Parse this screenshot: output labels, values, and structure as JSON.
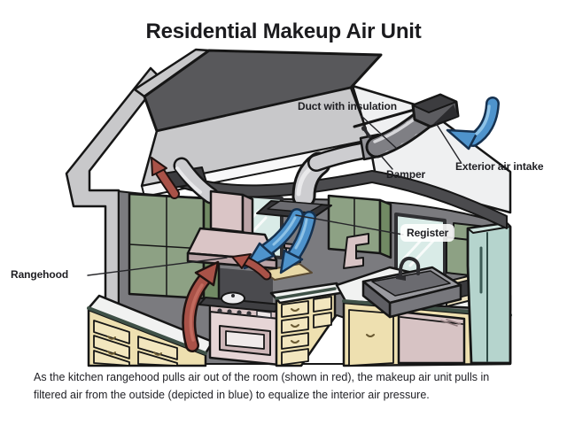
{
  "title": "Residential Makeup Air Unit",
  "labels": {
    "duct": "Duct with insulation",
    "damper": "Damper",
    "exterior_intake": "Exterior air intake",
    "register": "Register",
    "rangehood": "Rangehood"
  },
  "caption": {
    "line1": "As the kitchen rangehood pulls air out of the room (shown in red), the makeup air unit pulls in",
    "line2": "filtered air from the outside (depicted in blue) to equalize the interior air pressure."
  },
  "icons": {
    "exhaust_arrow": "red-curved-arrow",
    "intake_arrow": "blue-curved-arrow"
  },
  "colors": {
    "exhaust_red": "#a95248",
    "intake_blue": "#4e93cc",
    "roof_gray": "#58585b",
    "cabinet_green": "#8da184",
    "cabinet_cream": "#eee0b0",
    "fridge_teal": "#b5d4cd"
  }
}
